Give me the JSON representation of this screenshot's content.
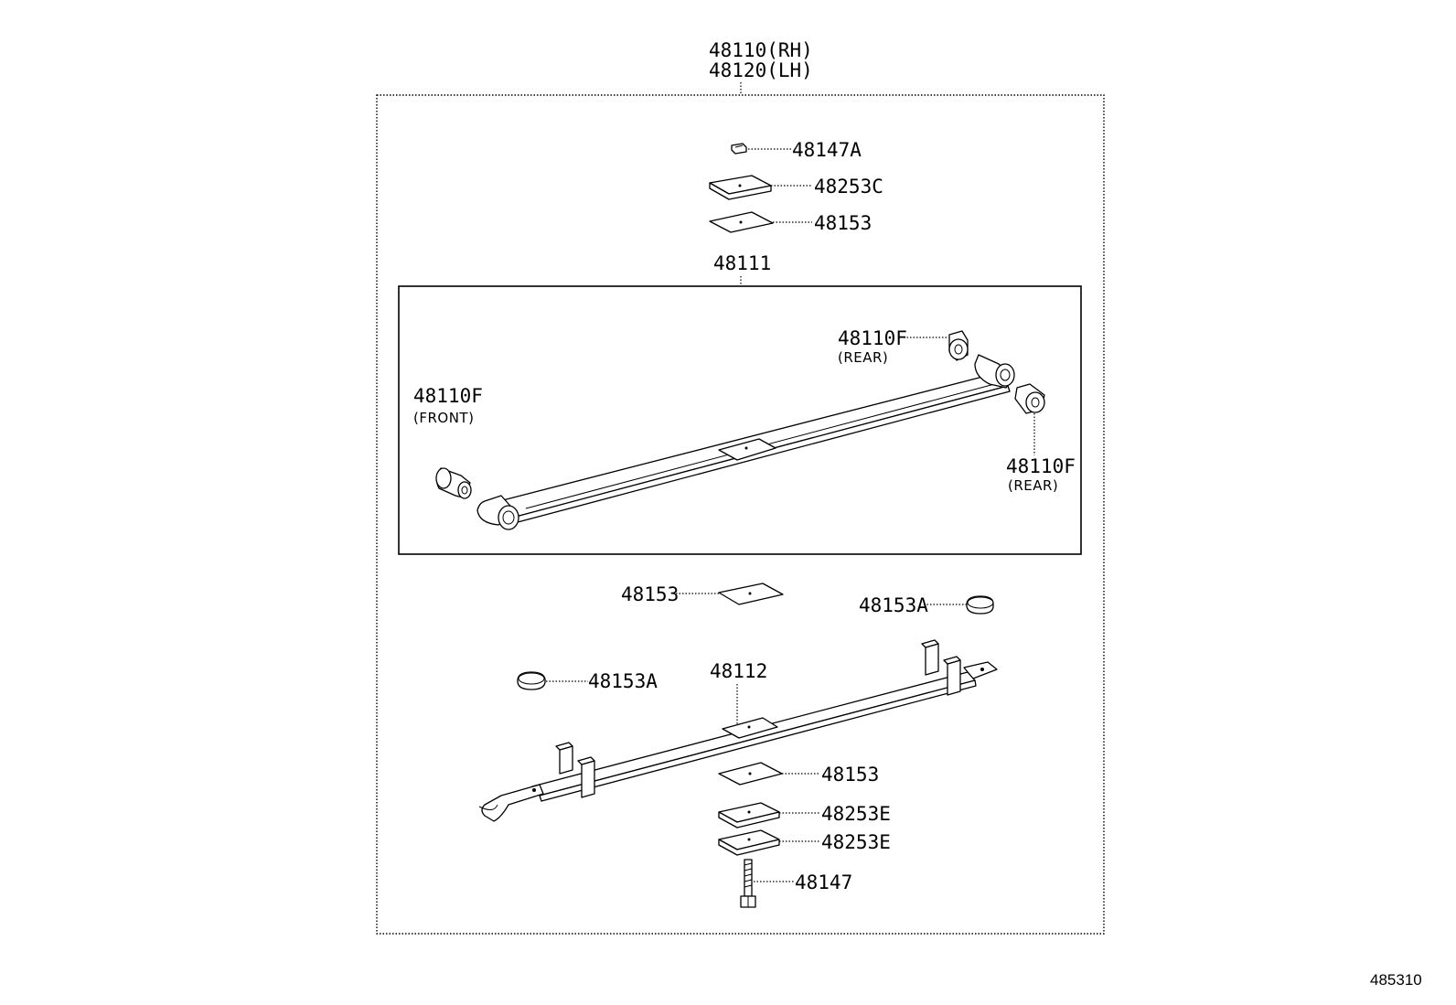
{
  "assembly": {
    "labels": [
      "48110(RH)",
      "48120(LH)"
    ]
  },
  "subassembly": {
    "label": "48111"
  },
  "callouts": {
    "nut_top": "48147A",
    "plate_upper": "48253C",
    "pad_upper": "48153",
    "bushing_front": "48110F",
    "bushing_front_note": "(FRONT)",
    "bushing_rear_top": "48110F",
    "bushing_rear_top_note": "(REAR)",
    "bushing_rear_right": "48110F",
    "bushing_rear_right_note": "(REAR)",
    "pad_middle": "48153",
    "insulator_right": "48153A",
    "insulator_left": "48153A",
    "leaf_lower": "48112",
    "pad_lower": "48153",
    "plate_lower_1": "48253E",
    "plate_lower_2": "48253E",
    "center_bolt": "48147"
  },
  "diagram_ref": "485310"
}
